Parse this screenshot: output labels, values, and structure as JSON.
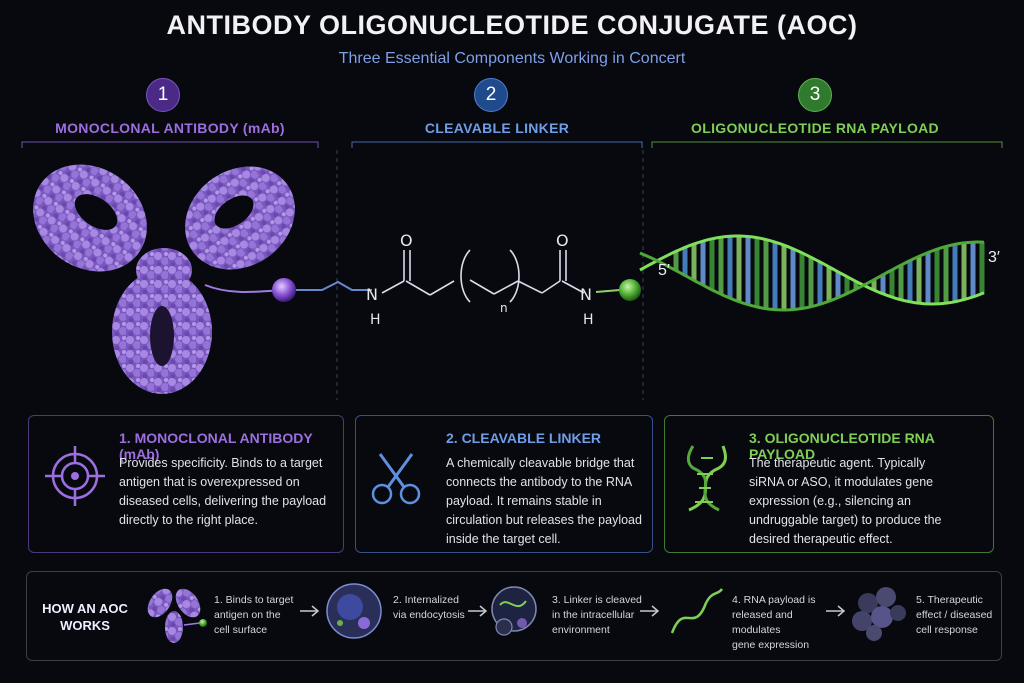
{
  "header": {
    "title": "ANTIBODY OLIGONUCLEOTIDE CONJUGATE (AOC)",
    "subtitle": "Three Essential Components Working in Concert"
  },
  "sections": [
    {
      "number": "1",
      "label": "MONOCLONAL ANTIBODY (mAb)",
      "color": "#9d6ee0",
      "circle": "#4a2a86"
    },
    {
      "number": "2",
      "label": "CLEAVABLE LINKER",
      "color": "#6f9de8",
      "circle": "#1f4a8c"
    },
    {
      "number": "3",
      "label": "OLIGONUCLEOTIDE RNA PAYLOAD",
      "color": "#7fcf55",
      "circle": "#2f7a2c"
    }
  ],
  "chemistry": {
    "o_label": "O",
    "n_label": "N",
    "h_label": "H",
    "repeat_subscript": "n",
    "five_prime": "5′",
    "three_prime": "3′"
  },
  "cards": [
    {
      "title": "1. MONOCLONAL ANTIBODY (mAb)",
      "icon": "target-icon",
      "lines": [
        "Provides specificity. Binds to a target",
        "antigen that is overexpressed on",
        "diseased cells, delivering the payload",
        "directly to the right place."
      ]
    },
    {
      "title": "2. CLEAVABLE LINKER",
      "icon": "scissors-icon",
      "lines": [
        "A chemically cleavable bridge that",
        "connects the antibody to the RNA",
        "payload. It remains stable in",
        "circulation but releases the payload",
        "inside the target cell."
      ]
    },
    {
      "title": "3. OLIGONUCLEOTIDE RNA PAYLOAD",
      "icon": "dna-icon",
      "lines": [
        "The therapeutic agent. Typically",
        "siRNA or ASO, it modulates gene",
        "expression (e.g., silencing an",
        "undruggable target) to produce the",
        "desired therapeutic effect."
      ]
    }
  ],
  "how": {
    "title_lines": [
      "HOW AN AOC",
      "WORKS"
    ],
    "steps": [
      {
        "icon": "antibody-icon",
        "lines": [
          "1. Binds to target",
          "antigen on the",
          "cell surface"
        ]
      },
      {
        "icon": "cell-icon",
        "lines": [
          "2. Internalized",
          "via endocytosis"
        ]
      },
      {
        "icon": "vesicle-icon",
        "lines": [
          "3. Linker is cleaved",
          "in the intracellular",
          "environment"
        ]
      },
      {
        "icon": "rna-strand-icon",
        "lines": [
          "4. RNA payload is",
          "released and modulates",
          "gene expression"
        ]
      },
      {
        "icon": "cell-cluster-icon",
        "lines": [
          "5. Therapeutic",
          "effect / diseased",
          "cell response"
        ]
      }
    ]
  }
}
